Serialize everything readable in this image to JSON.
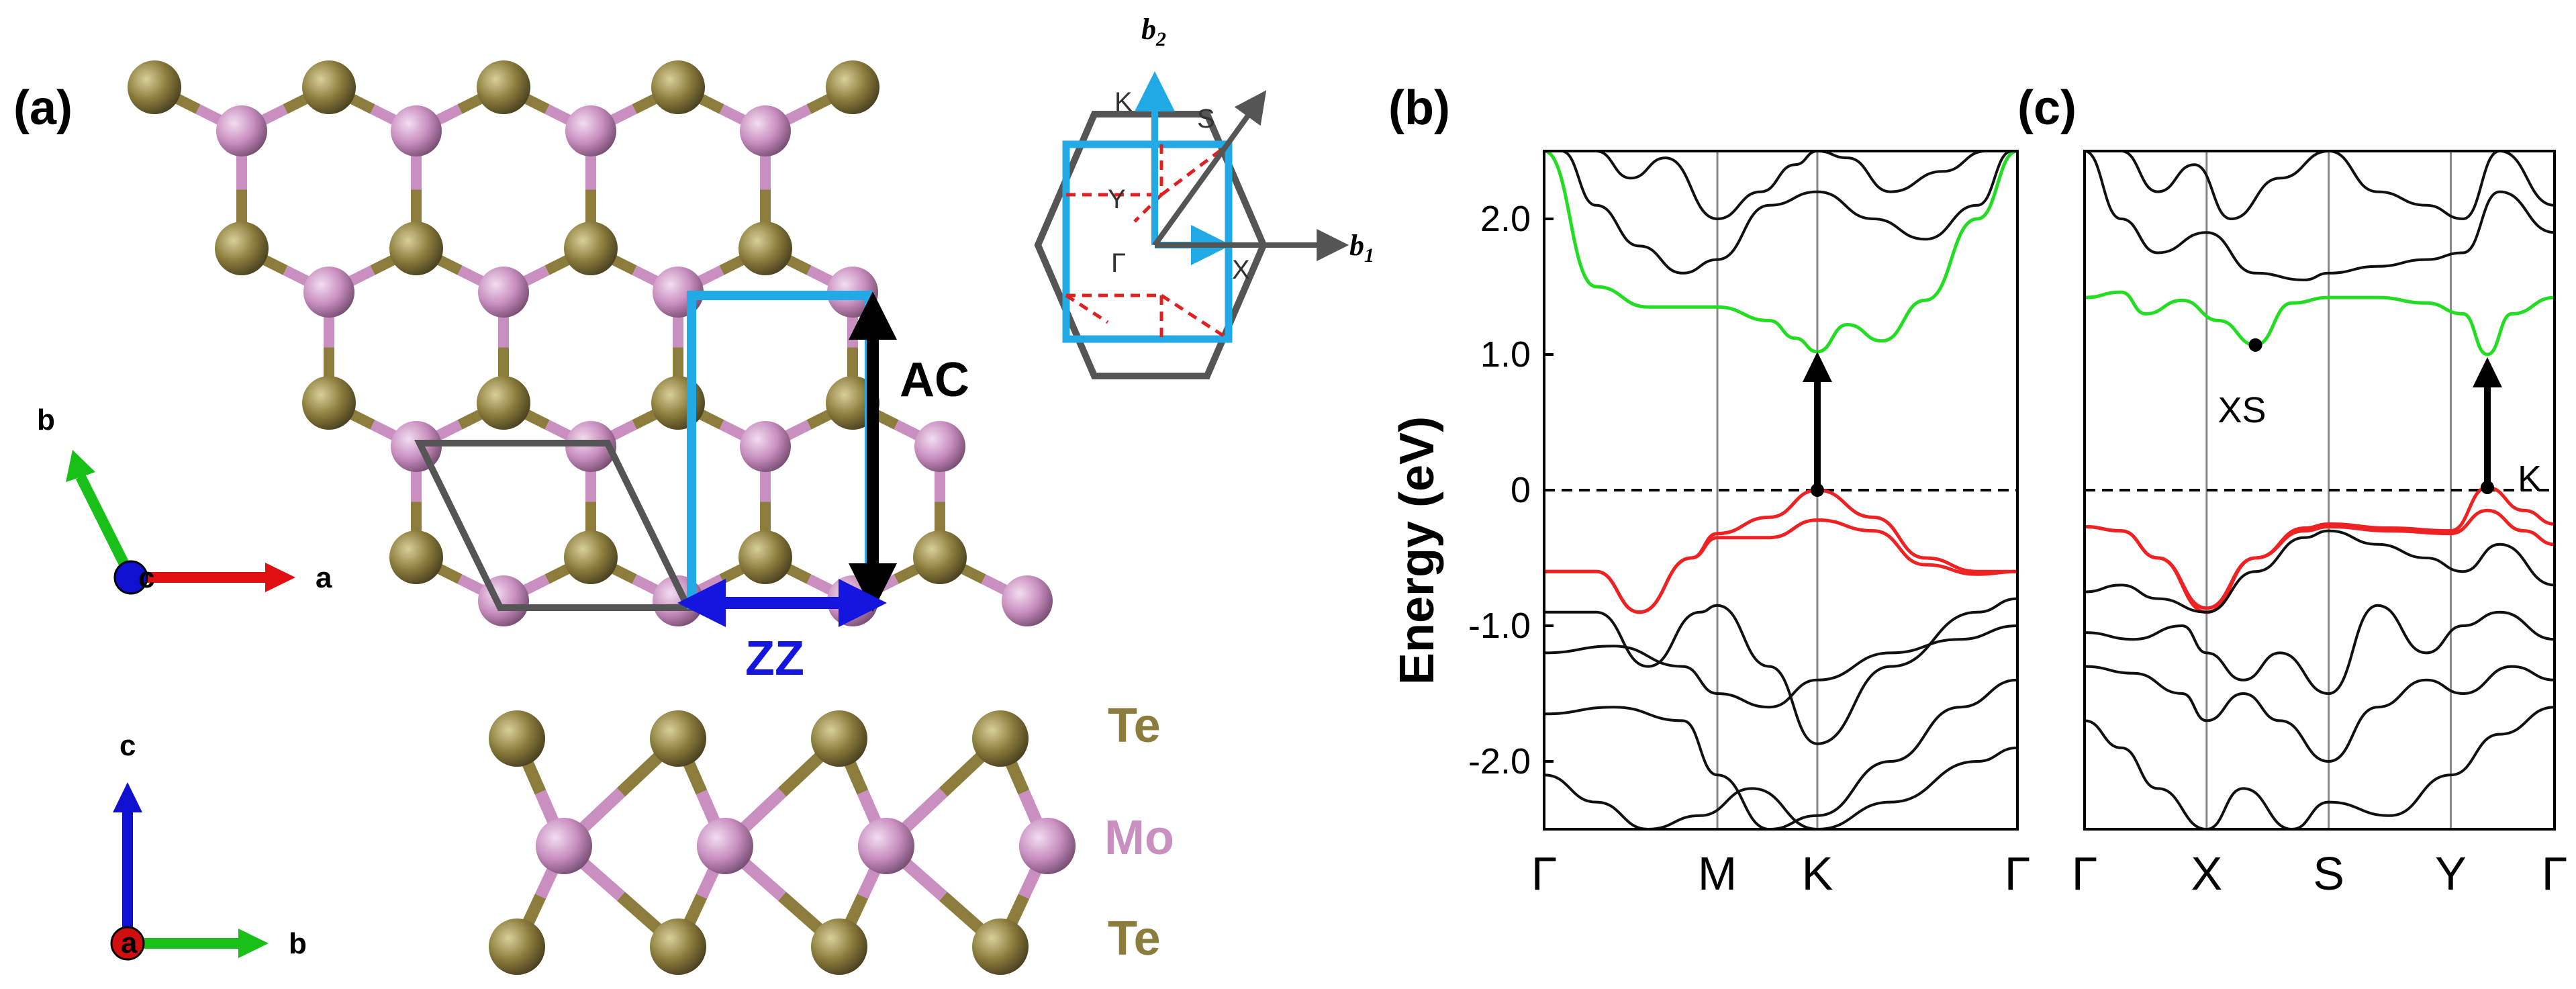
{
  "figure": {
    "panel_a": {
      "label": "(a)",
      "ac_label": "AC",
      "zz_label": "ZZ",
      "elements": [
        {
          "name": "Te",
          "color": "#8c7d3c"
        },
        {
          "name": "Mo",
          "color": "#c98fc0"
        },
        {
          "name": "Te",
          "color": "#8c7d3c"
        }
      ],
      "axes_top": {
        "a": "a",
        "b": "b",
        "c": "c"
      },
      "axes_bottom": {
        "a": "a",
        "b": "b",
        "c": "c"
      },
      "bz": {
        "b1": "b",
        "b1_sub": "1",
        "b2": "b",
        "b2_sub": "2",
        "points": {
          "K": "K",
          "S": "S",
          "Y": "Y",
          "Gamma": "Γ",
          "X": "X"
        }
      }
    },
    "panel_b": {
      "label": "(b)"
    },
    "panel_c": {
      "label": "(c)",
      "xs_label": "XS",
      "k_label": "K"
    },
    "colors": {
      "atom_te": "#8c7d3c",
      "atom_mo": "#c98fc0",
      "cb": "#22dd22",
      "vb": "#ee2222",
      "rect": "#22aae6",
      "zz_arrow": "#1515e0"
    }
  },
  "chart_data": [
    {
      "type": "line",
      "title": "",
      "xlabel": "",
      "ylabel": "Energy (eV)",
      "ylim": [
        -2.5,
        2.5
      ],
      "yticks": [
        -2.0,
        -1.0,
        0,
        1.0,
        2.0
      ],
      "yticklabels": [
        "-2.0",
        "-1.0",
        "0",
        "1.0",
        "2.0"
      ],
      "xticklabels": [
        "Γ",
        "M",
        "K",
        "Γ"
      ],
      "x_high_symmetry": [
        0,
        1.0,
        1.577,
        2.732
      ],
      "fermi_level": 0,
      "transition_arrow": {
        "from_energy": 0.0,
        "to_energy": 1.02,
        "at": "K"
      },
      "series": [
        {
          "color": "green",
          "x": [
            0,
            0.3,
            0.6,
            1.0,
            1.3,
            1.45,
            1.577,
            1.75,
            1.95,
            2.2,
            2.5,
            2.732
          ],
          "y": [
            2.5,
            1.5,
            1.35,
            1.35,
            1.25,
            1.12,
            1.02,
            1.22,
            1.1,
            1.4,
            2.0,
            2.5
          ]
        },
        {
          "color": "red",
          "x": [
            0,
            0.3,
            0.55,
            0.85,
            1.0,
            1.3,
            1.577,
            1.9,
            2.2,
            2.5,
            2.732
          ],
          "y": [
            -0.6,
            -0.6,
            -0.9,
            -0.5,
            -0.32,
            -0.2,
            0.0,
            -0.2,
            -0.5,
            -0.6,
            -0.6
          ]
        },
        {
          "color": "red",
          "x": [
            0,
            0.3,
            0.55,
            0.85,
            1.0,
            1.3,
            1.577,
            1.9,
            2.2,
            2.5,
            2.732
          ],
          "y": [
            -0.6,
            -0.6,
            -0.9,
            -0.5,
            -0.35,
            -0.35,
            -0.22,
            -0.3,
            -0.55,
            -0.62,
            -0.6
          ]
        },
        {
          "color": "black",
          "x": [
            0,
            0.3,
            0.6,
            0.9,
            1.0,
            1.3,
            1.577,
            2.0,
            2.5,
            2.732
          ],
          "y": [
            -0.9,
            -0.9,
            -1.3,
            -0.9,
            -0.85,
            -1.3,
            -1.87,
            -1.3,
            -0.9,
            -0.8
          ]
        },
        {
          "color": "black",
          "x": [
            0,
            0.4,
            0.8,
            1.0,
            1.3,
            1.577,
            2.0,
            2.4,
            2.732
          ],
          "y": [
            -1.2,
            -1.15,
            -1.3,
            -1.5,
            -1.6,
            -1.4,
            -1.2,
            -1.1,
            -1.0
          ]
        },
        {
          "color": "black",
          "x": [
            0,
            0.4,
            0.8,
            1.0,
            1.3,
            1.577,
            2.0,
            2.4,
            2.732
          ],
          "y": [
            -1.65,
            -1.6,
            -1.7,
            -2.1,
            -2.5,
            -2.4,
            -2.0,
            -1.6,
            -1.4
          ]
        },
        {
          "color": "black",
          "x": [
            0,
            0.3,
            0.6,
            0.9,
            1.2,
            1.577,
            2.0,
            2.5,
            2.732
          ],
          "y": [
            -2.1,
            -2.3,
            -2.5,
            -2.4,
            -2.2,
            -2.5,
            -2.3,
            -2.0,
            -1.9
          ]
        },
        {
          "color": "black",
          "x": [
            0.1,
            0.3,
            0.55,
            0.8,
            1.0,
            1.3,
            1.577,
            1.9,
            2.2,
            2.5,
            2.7
          ],
          "y": [
            2.5,
            2.1,
            1.8,
            1.6,
            1.7,
            2.1,
            2.2,
            2.0,
            1.85,
            2.1,
            2.5
          ]
        },
        {
          "color": "black",
          "x": [
            0.3,
            0.5,
            0.7,
            1.0,
            1.25,
            1.45,
            1.577,
            1.75,
            2.0,
            2.3,
            2.55
          ],
          "y": [
            2.5,
            2.3,
            2.45,
            2.0,
            2.2,
            2.4,
            2.5,
            2.45,
            2.2,
            2.35,
            2.5
          ]
        }
      ]
    },
    {
      "type": "line",
      "title": "",
      "xlabel": "",
      "ylabel": "",
      "ylim": [
        -2.5,
        2.5
      ],
      "xticklabels": [
        "Γ",
        "X",
        "S",
        "Y",
        "Γ"
      ],
      "x_high_symmetry": [
        0,
        1.0,
        2.0,
        3.0,
        3.85
      ],
      "fermi_level": 0,
      "transition_arrow": {
        "from_energy": 0.0,
        "to_energy": 0.98,
        "at": "K"
      },
      "annotated_points": [
        {
          "label": "XS",
          "x": 1.4,
          "y": 1.07
        },
        {
          "label": "K",
          "x": 3.3,
          "y": 0.02
        }
      ],
      "series": [
        {
          "color": "green",
          "x": [
            0,
            0.3,
            0.5,
            0.8,
            1.1,
            1.4,
            1.7,
            2.0,
            2.4,
            2.8,
            3.1,
            3.3,
            3.5,
            3.85
          ],
          "y": [
            1.42,
            1.46,
            1.3,
            1.4,
            1.25,
            1.07,
            1.38,
            1.42,
            1.42,
            1.38,
            1.3,
            1.0,
            1.3,
            1.42
          ]
        },
        {
          "color": "red",
          "x": [
            0,
            0.3,
            0.6,
            1.0,
            1.4,
            1.8,
            2.0,
            2.5,
            3.0,
            3.3,
            3.6,
            3.85
          ],
          "y": [
            -0.27,
            -0.3,
            -0.5,
            -0.9,
            -0.5,
            -0.28,
            -0.25,
            -0.28,
            -0.3,
            0.02,
            -0.15,
            -0.25
          ]
        },
        {
          "color": "red",
          "x": [
            0,
            0.3,
            0.6,
            1.0,
            1.4,
            1.8,
            2.0,
            2.5,
            3.0,
            3.3,
            3.6,
            3.85
          ],
          "y": [
            -0.27,
            -0.3,
            -0.5,
            -0.87,
            -0.5,
            -0.3,
            -0.27,
            -0.3,
            -0.32,
            -0.15,
            -0.3,
            -0.4
          ]
        },
        {
          "color": "black",
          "x": [
            0,
            0.3,
            0.6,
            1.0,
            1.4,
            1.8,
            2.0,
            2.4,
            2.8,
            3.1,
            3.4,
            3.85
          ],
          "y": [
            -0.75,
            -0.7,
            -0.8,
            -0.9,
            -0.6,
            -0.35,
            -0.3,
            -0.4,
            -0.5,
            -0.6,
            -0.4,
            -0.7
          ]
        },
        {
          "color": "black",
          "x": [
            0,
            0.4,
            0.8,
            1.0,
            1.3,
            1.6,
            2.0,
            2.4,
            2.8,
            3.1,
            3.4,
            3.85
          ],
          "y": [
            -1.05,
            -1.1,
            -1.0,
            -1.2,
            -1.4,
            -1.2,
            -1.5,
            -0.85,
            -1.2,
            -1.0,
            -0.9,
            -1.1
          ]
        },
        {
          "color": "black",
          "x": [
            0,
            0.4,
            0.8,
            1.0,
            1.3,
            1.6,
            2.0,
            2.4,
            2.8,
            3.1,
            3.5,
            3.85
          ],
          "y": [
            -1.3,
            -1.35,
            -1.5,
            -1.7,
            -1.5,
            -1.7,
            -2.0,
            -1.6,
            -1.4,
            -1.5,
            -1.3,
            -1.4
          ]
        },
        {
          "color": "black",
          "x": [
            0,
            0.3,
            0.6,
            1.0,
            1.3,
            1.7,
            2.0,
            2.5,
            3.0,
            3.4,
            3.85
          ],
          "y": [
            -1.7,
            -1.9,
            -2.2,
            -2.5,
            -2.2,
            -2.5,
            -2.3,
            -2.4,
            -2.1,
            -1.8,
            -1.6
          ]
        },
        {
          "color": "black",
          "x": [
            0,
            0.3,
            0.6,
            1.0,
            1.4,
            1.8,
            2.0,
            2.4,
            2.8,
            3.1,
            3.4,
            3.85
          ],
          "y": [
            2.5,
            2.0,
            1.75,
            1.9,
            1.6,
            1.55,
            1.6,
            1.65,
            1.7,
            1.75,
            2.2,
            1.9
          ]
        },
        {
          "color": "black",
          "x": [
            0.3,
            0.6,
            0.9,
            1.2,
            1.6,
            2.0,
            2.4,
            2.8,
            3.1,
            3.4,
            3.85
          ],
          "y": [
            2.5,
            2.2,
            2.4,
            2.0,
            2.3,
            2.5,
            2.2,
            2.1,
            2.0,
            2.5,
            2.1
          ]
        }
      ]
    }
  ]
}
